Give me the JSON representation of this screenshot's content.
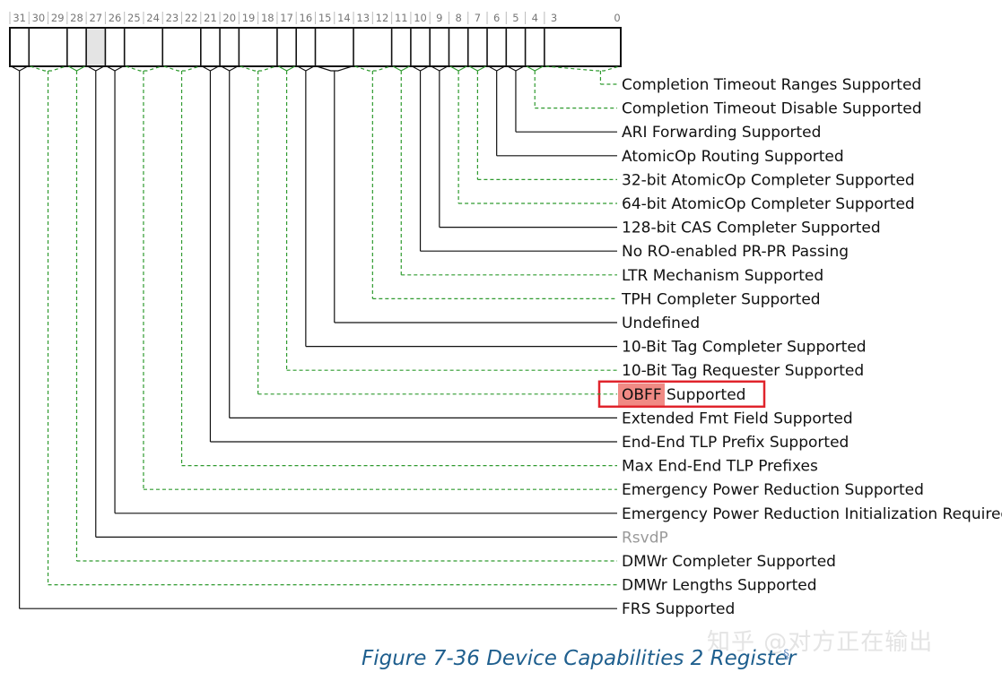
{
  "bit_numbers": [
    "31",
    "30",
    "29",
    "28",
    "27",
    "26",
    "25",
    "24",
    "23",
    "22",
    "21",
    "20",
    "19",
    "18",
    "17",
    "16",
    "15",
    "14",
    "13",
    "12",
    "11",
    "10",
    "9",
    "8",
    "7",
    "6",
    "5",
    "4",
    "3",
    "0"
  ],
  "fields": [
    {
      "label": "Completion Timeout Ranges Supported",
      "bits": "3:0",
      "style": "dashed"
    },
    {
      "label": "Completion Timeout Disable Supported",
      "bits": "4",
      "style": "dashed"
    },
    {
      "label": "ARI Forwarding Supported",
      "bits": "5",
      "style": "solid"
    },
    {
      "label": "AtomicOp Routing Supported",
      "bits": "6",
      "style": "solid"
    },
    {
      "label": "32-bit AtomicOp Completer Supported",
      "bits": "7",
      "style": "dashed"
    },
    {
      "label": "64-bit AtomicOp Completer Supported",
      "bits": "8",
      "style": "dashed"
    },
    {
      "label": "128-bit CAS Completer Supported",
      "bits": "9",
      "style": "solid"
    },
    {
      "label": "No RO-enabled PR-PR Passing",
      "bits": "10",
      "style": "solid"
    },
    {
      "label": "LTR Mechanism Supported",
      "bits": "11",
      "style": "dashed"
    },
    {
      "label": "TPH Completer Supported",
      "bits": "13:12",
      "style": "dashed"
    },
    {
      "label": "Undefined",
      "bits": "15:14",
      "style": "solid"
    },
    {
      "label": "10-Bit Tag Completer Supported",
      "bits": "16",
      "style": "solid"
    },
    {
      "label": "10-Bit Tag Requester Supported",
      "bits": "17",
      "style": "dashed"
    },
    {
      "label": "OBFF Supported",
      "bits": "19:18",
      "style": "dashed",
      "highlighted": true
    },
    {
      "label": "Extended Fmt Field Supported",
      "bits": "20",
      "style": "solid"
    },
    {
      "label": "End-End TLP Prefix Supported",
      "bits": "21",
      "style": "solid"
    },
    {
      "label": "Max End-End TLP Prefixes",
      "bits": "23:22",
      "style": "dashed"
    },
    {
      "label": "Emergency Power Reduction Supported",
      "bits": "25:24",
      "style": "dashed"
    },
    {
      "label": "Emergency Power Reduction Initialization Required",
      "bits": "26",
      "style": "solid"
    },
    {
      "label": "RsvdP",
      "bits": "27",
      "style": "solid",
      "reserved": true
    },
    {
      "label": "DMWr Completer Supported",
      "bits": "28",
      "style": "dashed"
    },
    {
      "label": "DMWr Lengths Supported",
      "bits": "30:29",
      "style": "dashed"
    },
    {
      "label": "FRS Supported",
      "bits": "31",
      "style": "solid"
    }
  ],
  "colors": {
    "solid_line": "#111111",
    "dashed_line": "#2f9a2f",
    "reserved_fill": "#e4e4e4",
    "highlight_fill": "#f08a84",
    "highlight_border": "#e0242c",
    "caption": "#1f5f8e"
  },
  "caption": "Figure 7-36 Device Capabilities 2 Register",
  "section_mark": "§",
  "watermark": "知乎 @对方正在输出"
}
